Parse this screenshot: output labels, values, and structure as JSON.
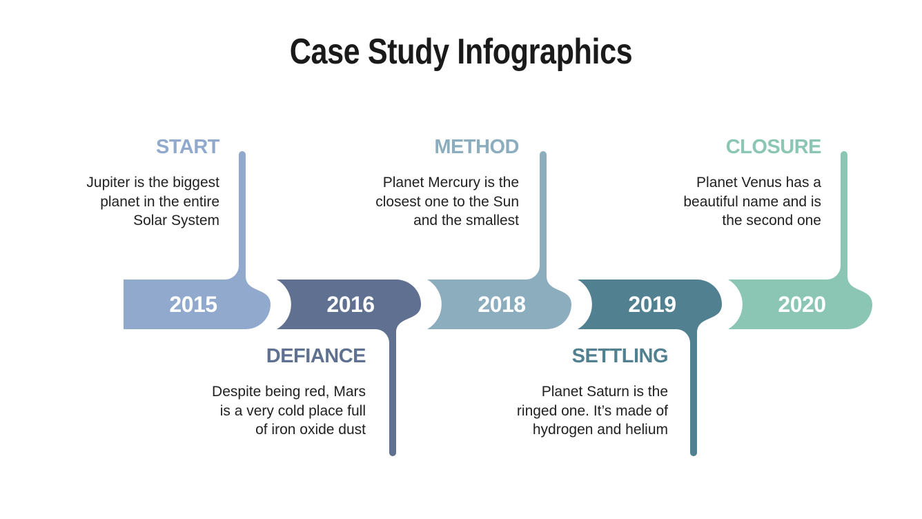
{
  "title": "Case Study Infographics",
  "background_color": "#FFFFFF",
  "body_text_color": "#212121",
  "timeline": {
    "milestones": [
      {
        "year": "2015",
        "label": "START",
        "side": "top",
        "color": "#90A9CC",
        "description": "Jupiter is the biggest planet in the entire Solar System",
        "lines": [
          "Jupiter is the biggest",
          "planet in the entire",
          "Solar System"
        ]
      },
      {
        "year": "2016",
        "label": "DEFIANCE",
        "side": "bottom",
        "color": "#5F7090",
        "description": "Despite being red, Mars is a very cold place full of iron oxide dust",
        "lines": [
          "Despite being red, Mars",
          "is a very cold place full",
          "of iron oxide dust"
        ]
      },
      {
        "year": "2018",
        "label": "METHOD",
        "side": "top",
        "color": "#8CADBE",
        "description": "Planet Mercury is the closest one to the Sun and the smallest",
        "lines": [
          "Planet Mercury is the",
          "closest one to the Sun",
          "and the smallest"
        ]
      },
      {
        "year": "2019",
        "label": "SETTLING",
        "side": "bottom",
        "color": "#518090",
        "description": "Planet Saturn is the ringed one. It’s made of hydrogen and helium",
        "lines": [
          "Planet Saturn is the",
          "ringed one. It’s made of",
          "hydrogen and helium"
        ]
      },
      {
        "year": "2020",
        "label": "CLOSURE",
        "side": "top",
        "color": "#8BC6B4",
        "description": "Planet Venus has a beautiful name and is the second one",
        "lines": [
          "Planet Venus has a",
          "beautiful name and is",
          "the second one"
        ]
      }
    ]
  }
}
